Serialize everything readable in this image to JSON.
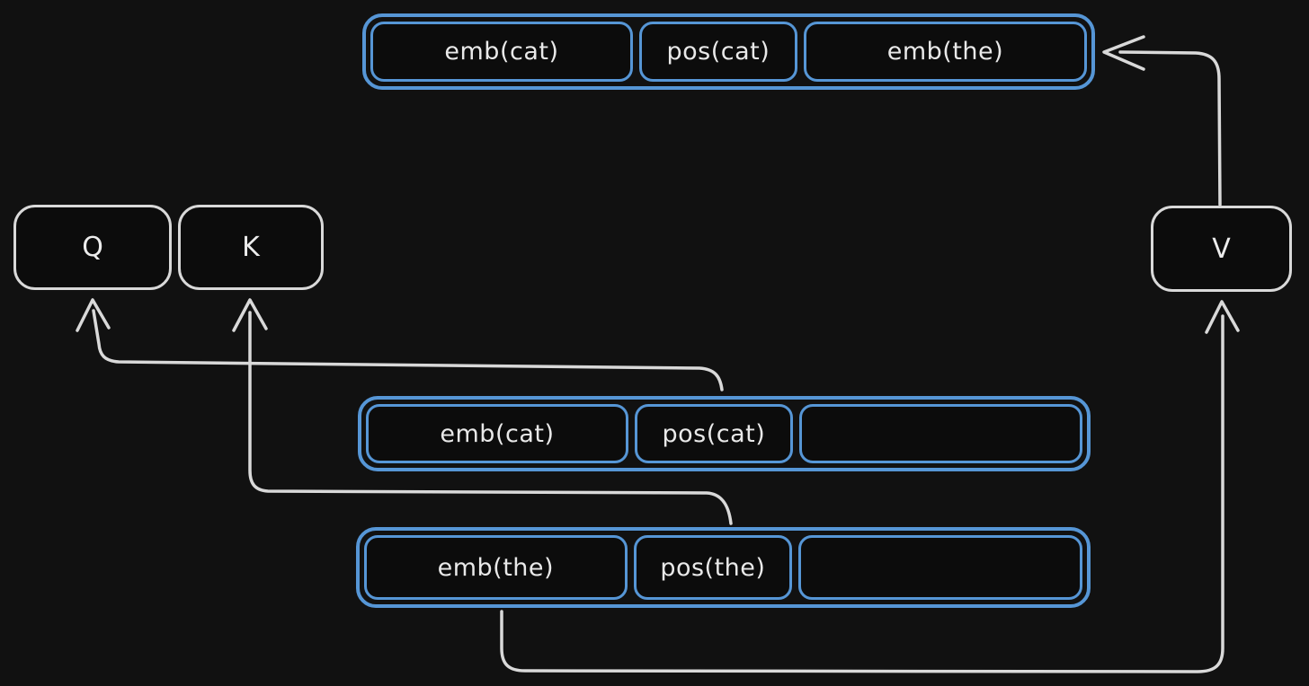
{
  "canvas": {
    "background": "#111111",
    "accent_blue": "#5696d6",
    "stroke_light": "#d9d9d9",
    "text_color": "#e9e9e9"
  },
  "top_row": {
    "segments": [
      {
        "label": "emb(cat)"
      },
      {
        "label": "pos(cat)"
      },
      {
        "label": "emb(the)"
      }
    ]
  },
  "middle_row": {
    "segments": [
      {
        "label": "emb(cat)"
      },
      {
        "label": "pos(cat)"
      },
      {
        "label": ""
      }
    ]
  },
  "bottom_row": {
    "segments": [
      {
        "label": "emb(the)"
      },
      {
        "label": "pos(the)"
      },
      {
        "label": ""
      }
    ]
  },
  "nodes": {
    "q": {
      "label": "Q"
    },
    "k": {
      "label": "K"
    },
    "v": {
      "label": "V"
    }
  },
  "edges": [
    {
      "from": "middle-row-pos(cat)",
      "to": "Q",
      "style": "arrow-up"
    },
    {
      "from": "bottom-row-pos(the)",
      "to": "K",
      "style": "arrow-up"
    },
    {
      "from": "bottom-row-emb(the)",
      "to": "V",
      "style": "arrow-up-around-right"
    },
    {
      "from": "V",
      "to": "top-row-emb(the)",
      "style": "arrow-left"
    }
  ]
}
